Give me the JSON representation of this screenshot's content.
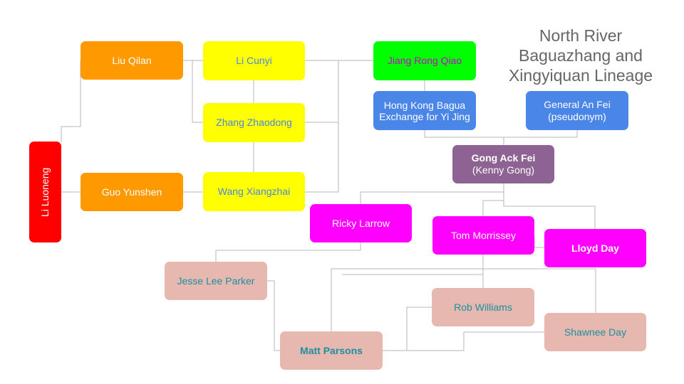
{
  "title": "North River Baguazhang and Xingyiquan Lineage",
  "colors": {
    "orange": "#ff9900",
    "yellow": "#ffff00",
    "green": "#00ff00",
    "blue": "#4a86e8",
    "purple": "#8e6394",
    "magenta": "#ff00ff",
    "pink": "#e6b8af",
    "red": "#ff0000",
    "connector": "#b7b7b7"
  },
  "nodes": {
    "li_luoneng": "Li Luoneng",
    "liu_qilan": "Liu Qilan",
    "guo_yunshen": "Guo Yunshen",
    "li_cunyi": "Li Cunyi",
    "zhang_zhaodong": "Zhang Zhaodong",
    "wang_xiangzhai": "Wang Xiangzhai",
    "jiang_rong_qiao": "Jiang Rong Qiao",
    "hong_kong_bagua": "Hong Kong Bagua Exchange for Yi Jing",
    "general_an_fei": "General An Fei (pseudonym)",
    "gong_ack_fei_name": "Gong Ack Fei",
    "gong_ack_fei_alias": "(Kenny Gong)",
    "ricky_larrow": "Ricky Larrow",
    "tom_morrissey": "Tom Morrissey",
    "lloyd_day": "Lloyd Day",
    "jesse_lee_parker": "Jesse Lee Parker",
    "rob_williams": "Rob Williams",
    "shawnee_day": "Shawnee Day",
    "matt_parsons": "Matt Parsons"
  }
}
